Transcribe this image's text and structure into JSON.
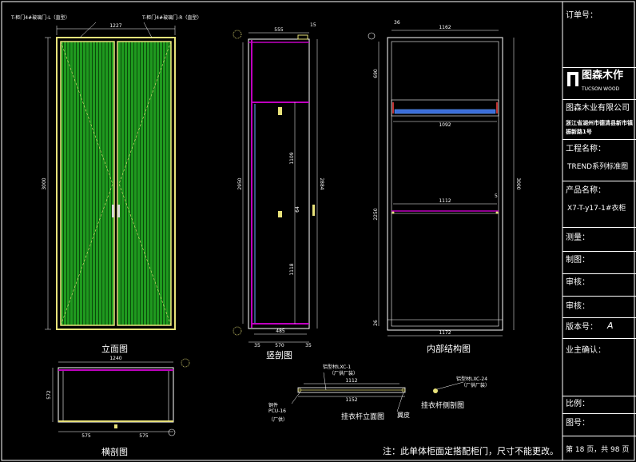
{
  "views": {
    "elevation": {
      "title": "立面图",
      "door_left": "T-柜门4#玻璃门-L（直型）",
      "door_right": "T-柜门4#玻璃门-R（直型）",
      "width": "1227",
      "height": "3000"
    },
    "section": {
      "title": "竖剖图",
      "top_depth": "555",
      "top_gap": "15",
      "total_h": "2950",
      "inner_h": "2884",
      "mid_h": "1109",
      "lower_h": "1118",
      "bottom_depth": "485",
      "left": "35",
      "mid": "570",
      "right": "35",
      "handle_label": "64"
    },
    "internal": {
      "title": "内部结构图",
      "top_width": "1162",
      "top_off": "36",
      "shelf_width": "1092",
      "rod_width": "1112",
      "bottom_width": "1172",
      "height": "3000",
      "seg1": "690",
      "seg2": "2250",
      "seg3": "26",
      "rod_off": "5"
    },
    "plan": {
      "title": "横剖图",
      "width": "1240",
      "depth": "572",
      "left_w": "575",
      "right_w": "575"
    },
    "rod": {
      "title": "挂衣杆立面图",
      "profile": "铝型材LXC-1",
      "vendor": "（厂供厂装）",
      "width1": "1112",
      "width2": "1152",
      "fitting": "铜件",
      "fitting_code": "PCU-16",
      "fitting_vendor": "（厂供）",
      "end_label": "翼皮"
    },
    "rod_side": {
      "title": "挂衣杆侧剖图",
      "profile": "铝型材LXC-24",
      "vendor": "（厂供厂装）"
    }
  },
  "note": "注：此单体柜面定搭配柜门，尺寸不能更改。",
  "title_block": {
    "order_no": "订单号：",
    "logo_cn": "图森木作",
    "logo_en": "TUCSON WOOD",
    "company": "图森木业有限公司",
    "address": "浙江省湖州市德清县新市镇",
    "address2": "振新路1号",
    "project_label": "工程名称：",
    "project": "TREND系列标准图",
    "product_label": "产品名称：",
    "product": "X7-T-y17-1#衣柜",
    "survey": "测量：",
    "drawn": "制图：",
    "check1": "审核：",
    "check2": "审核：",
    "version_label": "版本号：",
    "version": "A",
    "owner": "业主确认：",
    "ratio": "比例：",
    "drawing_no": "图号：",
    "page": "第 18 页，共 98 页"
  },
  "colors": {
    "line": "#ffffff",
    "door_fill": "#1f9a1f",
    "door_frame": "#e8e27a",
    "panel": "#c000c0",
    "shelf": "#6aa8ff",
    "cut": "#ff4040",
    "dim": "#ffffff"
  }
}
